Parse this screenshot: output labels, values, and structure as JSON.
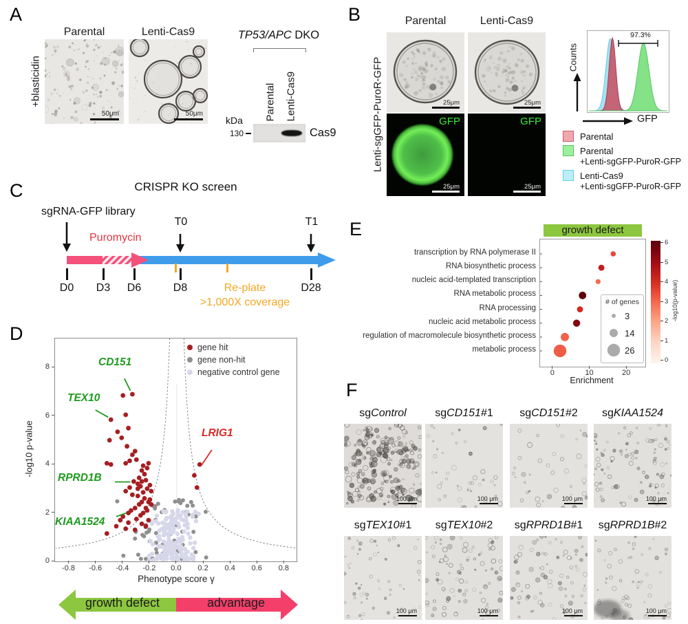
{
  "panels": {
    "A": {
      "label": "A",
      "side_label": "+blasticidin",
      "col1": "Parental",
      "col2": "Lenti-Cas9",
      "scale_bar": "50μm",
      "blot": {
        "title_italic": "TP53/APC",
        "title_rest": " DKO",
        "lane1": "Parental",
        "lane2": "Lenti-Cas9",
        "kda": "kDa",
        "marker": "130",
        "band": "Cas9"
      }
    },
    "B": {
      "label": "B",
      "side_label": "Lenti-sgGFP-PuroR-GFP",
      "col1": "Parental",
      "col2": "Lenti-Cas9",
      "scale_bar": "25μm",
      "gfp_tag": "GFP",
      "legend": [
        {
          "color": "#f2a7ae",
          "border": "#c75b6b",
          "line1": "Parental",
          "line2": ""
        },
        {
          "color": "#9cf09c",
          "border": "#52c25a",
          "line1": "Parental",
          "line2": "+Lenti-sgGFP-PuroR-GFP"
        },
        {
          "color": "#bdeef8",
          "border": "#66cfe0",
          "line1": "Lenti-Cas9",
          "line2": "+Lenti-sgGFP-PuroR-GFP"
        }
      ]
    },
    "C": {
      "label": "C",
      "title": "CRISPR KO screen",
      "library_label": "sgRNA-GFP library",
      "puromycin": "Puromycin",
      "t0": "T0",
      "t1": "T1",
      "days": [
        "D0",
        "D3",
        "D6",
        "D8",
        "D28"
      ],
      "replate_line1": "Re-plate",
      "replate_line2": ">1,000X coverage",
      "colors": {
        "pink": "#f4517b",
        "blue": "#3f9ceb",
        "orange": "#f5a623",
        "red": "#e8333e"
      }
    },
    "D": {
      "label": "D",
      "bottom_arrow": {
        "left": "growth defect",
        "right": "advantage",
        "left_color": "#8dc63f",
        "right_color": "#f43f6b"
      }
    },
    "E": {
      "label": "E",
      "header": "growth defect",
      "header_color": "#8dc63f"
    },
    "F": {
      "label": "F",
      "scale_bar": "100 μm",
      "tiles": [
        {
          "prefix": "sg",
          "gene": "Control",
          "suffix": ""
        },
        {
          "prefix": "sg",
          "gene": "CD151",
          "suffix": "#1"
        },
        {
          "prefix": "sg",
          "gene": "CD151",
          "suffix": "#2"
        },
        {
          "prefix": "sg",
          "gene": "KIAA1524",
          "suffix": ""
        },
        {
          "prefix": "sg",
          "gene": "TEX10",
          "suffix": "#1"
        },
        {
          "prefix": "sg",
          "gene": "TEX10",
          "suffix": "#2"
        },
        {
          "prefix": "sg",
          "gene": "RPRD1B",
          "suffix": "#1"
        },
        {
          "prefix": "sg",
          "gene": "RPRD1B",
          "suffix": "#2"
        }
      ]
    }
  },
  "chart_data": [
    {
      "id": "volcano",
      "type": "scatter",
      "xlabel": "Phenotype score γ",
      "ylabel": "-log10 p-value",
      "xlim": [
        -0.905,
        0.89
      ],
      "ylim": [
        0,
        9.2
      ],
      "xticks": [
        "-0.8",
        "-0.6",
        "-0.4",
        "-0.2",
        "0.0",
        "0.2",
        "0.4",
        "0.6",
        "0.8"
      ],
      "yticks": [
        0,
        2,
        4,
        6,
        8
      ],
      "threshold_curve": "y = 0.49/|x|",
      "legend": [
        {
          "label": "gene hit",
          "color": "#a61e22"
        },
        {
          "label": "gene non-hit",
          "color": "#8f8f8f"
        },
        {
          "label": "negative control gene",
          "color": "#d7d7ea"
        }
      ],
      "gene_labels": [
        {
          "gene": "CD151",
          "color": "#1f9a1f",
          "x": -0.33,
          "y": 6.9,
          "line": [
            [
              -0.39,
              7.55
            ],
            [
              -0.345,
              7.05
            ]
          ]
        },
        {
          "gene": "TEX10",
          "color": "#1f9a1f",
          "x": -0.49,
          "y": 5.85,
          "line": [
            [
              -0.605,
              6.25
            ],
            [
              -0.51,
              5.95
            ]
          ]
        },
        {
          "gene": "RPRD1B",
          "color": "#1f9a1f",
          "x": -0.32,
          "y": 3.3,
          "line": [
            [
              -0.46,
              3.28
            ],
            [
              -0.345,
              3.28
            ]
          ]
        },
        {
          "gene": "KIAA1524",
          "color": "#1f9a1f",
          "x": -0.36,
          "y": 2.0,
          "line": [
            [
              -0.45,
              1.85
            ],
            [
              -0.375,
              2.0
            ]
          ]
        },
        {
          "gene": "LRIG1",
          "color": "#d92b25",
          "x": 0.17,
          "y": 4.0,
          "line": [
            [
              0.26,
              4.6
            ],
            [
              0.185,
              3.98
            ]
          ]
        }
      ],
      "hits": [
        [
          -0.33,
          6.9
        ],
        [
          -0.4,
          6.85
        ],
        [
          -0.38,
          6.05
        ],
        [
          -0.49,
          5.85
        ],
        [
          -0.36,
          5.5
        ],
        [
          -0.44,
          5.35
        ],
        [
          -0.41,
          5.1
        ],
        [
          -0.5,
          5.0
        ],
        [
          -0.37,
          4.75
        ],
        [
          -0.31,
          4.55
        ],
        [
          -0.33,
          4.4
        ],
        [
          -0.3,
          4.2
        ],
        [
          -0.52,
          4.05
        ],
        [
          -0.49,
          4.0
        ],
        [
          -0.38,
          4.05
        ],
        [
          -0.35,
          4.15
        ],
        [
          -0.25,
          3.95
        ],
        [
          -0.26,
          3.75
        ],
        [
          -0.21,
          4.05
        ],
        [
          -0.22,
          3.85
        ],
        [
          -0.24,
          3.6
        ],
        [
          -0.28,
          3.45
        ],
        [
          -0.32,
          3.3
        ],
        [
          -0.29,
          3.2
        ],
        [
          -0.26,
          3.3
        ],
        [
          -0.23,
          3.35
        ],
        [
          -0.27,
          3.1
        ],
        [
          -0.29,
          3.0
        ],
        [
          -0.35,
          3.05
        ],
        [
          -0.38,
          2.9
        ],
        [
          -0.33,
          2.75
        ],
        [
          -0.29,
          2.7
        ],
        [
          -0.25,
          2.85
        ],
        [
          -0.22,
          3.0
        ],
        [
          -0.2,
          3.15
        ],
        [
          -0.19,
          2.9
        ],
        [
          -0.24,
          2.6
        ],
        [
          -0.26,
          2.45
        ],
        [
          -0.28,
          2.35
        ],
        [
          -0.31,
          2.2
        ],
        [
          -0.34,
          2.1
        ],
        [
          -0.36,
          2.0
        ],
        [
          -0.4,
          1.85
        ],
        [
          -0.42,
          1.7
        ],
        [
          -0.36,
          1.6
        ],
        [
          -0.3,
          1.75
        ],
        [
          -0.27,
          1.9
        ],
        [
          -0.23,
          2.2
        ],
        [
          -0.21,
          2.45
        ],
        [
          -0.2,
          2.55
        ],
        [
          -0.19,
          2.35
        ],
        [
          -0.22,
          2.1
        ],
        [
          -0.25,
          2.0
        ],
        [
          -0.45,
          1.45
        ],
        [
          -0.38,
          1.35
        ],
        [
          -0.31,
          1.3
        ],
        [
          -0.26,
          1.55
        ],
        [
          -0.52,
          1.15
        ],
        [
          -0.23,
          1.45
        ],
        [
          -0.21,
          1.7
        ],
        [
          0.17,
          4.0
        ],
        [
          0.13,
          3.55
        ],
        [
          0.15,
          3.05
        ]
      ],
      "clouds": [
        {
          "name": "gene non-hit",
          "color": "#8f8f8f",
          "count": 60,
          "x_range": [
            -0.47,
            0.27
          ],
          "y_range": [
            0.1,
            2.55
          ],
          "seed": 7,
          "r": 3.0
        },
        {
          "name": "negative control gene",
          "color": "#d7d7ea",
          "count": 175,
          "x_range": [
            -0.22,
            0.17
          ],
          "y_range": [
            0.05,
            2.15
          ],
          "seed": 13,
          "r": 3.2
        }
      ]
    },
    {
      "id": "go_dotplot",
      "type": "scatter",
      "title": "growth defect",
      "xlabel": "Enrichment",
      "xlim": [
        -3.5,
        25
      ],
      "xticks": [
        0,
        10,
        20
      ],
      "categories": [
        "transcription by RNA polymerase II",
        "RNA biosynthetic process",
        "nucleic acid-templated transcription",
        "RNA metabolic process",
        "RNA processing",
        "nucleic acid metabolic process",
        "regulation of macromolecule biosynthetic process",
        "metabolic process"
      ],
      "enrichment": [
        16.3,
        13.1,
        12.2,
        8.0,
        7.3,
        6.4,
        3.2,
        1.9
      ],
      "neg_log10_p": [
        3.6,
        4.6,
        3.0,
        6.3,
        4.2,
        5.6,
        3.1,
        3.2
      ],
      "gene_counts": [
        6,
        8,
        5,
        12,
        8,
        11,
        14,
        26
      ],
      "size_legend": {
        "title": "# of genes",
        "values": [
          3,
          14,
          26
        ]
      },
      "colorbar": {
        "label": "-log10(p-value)",
        "ticks": [
          0,
          1,
          2,
          3,
          4,
          5,
          6
        ]
      }
    },
    {
      "id": "flow_histogram",
      "type": "area",
      "xlabel": "GFP",
      "ylabel": "Counts",
      "gate_label": "97.3%",
      "series": [
        {
          "name": "Lenti-Cas9 +Lenti-sgGFP-PuroR-GFP",
          "color": "#9bdff0",
          "stroke": "#6ec6dd",
          "peak_x": 0.272,
          "width": 0.055,
          "height": 0.99
        },
        {
          "name": "Parental",
          "color": "#c65a6d",
          "stroke": "#a93a4e",
          "peak_x": 0.3,
          "width": 0.042,
          "height": 1.0
        },
        {
          "name": "Parental +Lenti-sgGFP-PuroR-GFP",
          "color": "#7ce07c",
          "stroke": "#52c46a",
          "peak_x": 0.695,
          "width": 0.07,
          "height": 0.93
        }
      ]
    }
  ]
}
